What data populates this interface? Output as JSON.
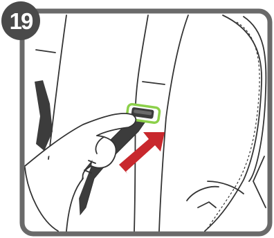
{
  "step": {
    "number": "19"
  },
  "colors": {
    "frame": "#6a6a6a",
    "badge": "#4a4a4a",
    "arrow": "#c8282d",
    "clip_highlight": "#8cd04a",
    "strap": "#3c3c3c",
    "line": "#333333"
  },
  "icons": {
    "arrow": "direction-arrow",
    "clip": "chest-clip",
    "hand": "hand"
  }
}
